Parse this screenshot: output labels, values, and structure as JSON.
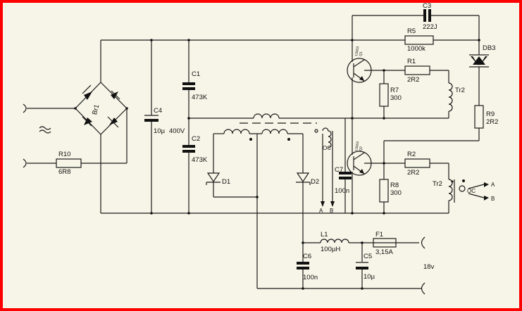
{
  "labels": {
    "br1": "Br1",
    "r10": "R10",
    "r10_val": "6R8",
    "c4": "C4",
    "c4_val": "10µ",
    "c4_volt": "400V",
    "c1": "C1",
    "c1_val": "473K",
    "c2": "C2",
    "c2_val": "473K",
    "c3": "C3",
    "c3_val": "222J",
    "r5": "R5",
    "r5_val": "1000k",
    "db3": "DB3",
    "r1": "R1",
    "r1_val": "2R2",
    "r7": "R7",
    "r7_val": "300",
    "tr2_top": "Tr2",
    "r9": "R9",
    "r9_val": "2R2",
    "r2": "R2",
    "r2_val": "2R2",
    "r8": "R8",
    "r8_val": "300",
    "tr2_bot": "Tr2",
    "oc_mid": "OC",
    "oc_right": "OC",
    "c7": "C7",
    "c7_val": "100n",
    "d1": "D1",
    "d2": "D2",
    "a_mid": "A",
    "b_mid": "B",
    "a_right": "A",
    "b_right": "B",
    "l1": "L1",
    "l1_val": "100µH",
    "f1": "F1",
    "f1_val": "3,15A",
    "c6": "C6",
    "c6_val": "100n",
    "c5": "C5",
    "c5_val": "10µ",
    "vout": "18v",
    "q1_code": "13003",
    "q1_code2": "Q1",
    "q2_code": "13003",
    "q2_code2": "Q2"
  }
}
